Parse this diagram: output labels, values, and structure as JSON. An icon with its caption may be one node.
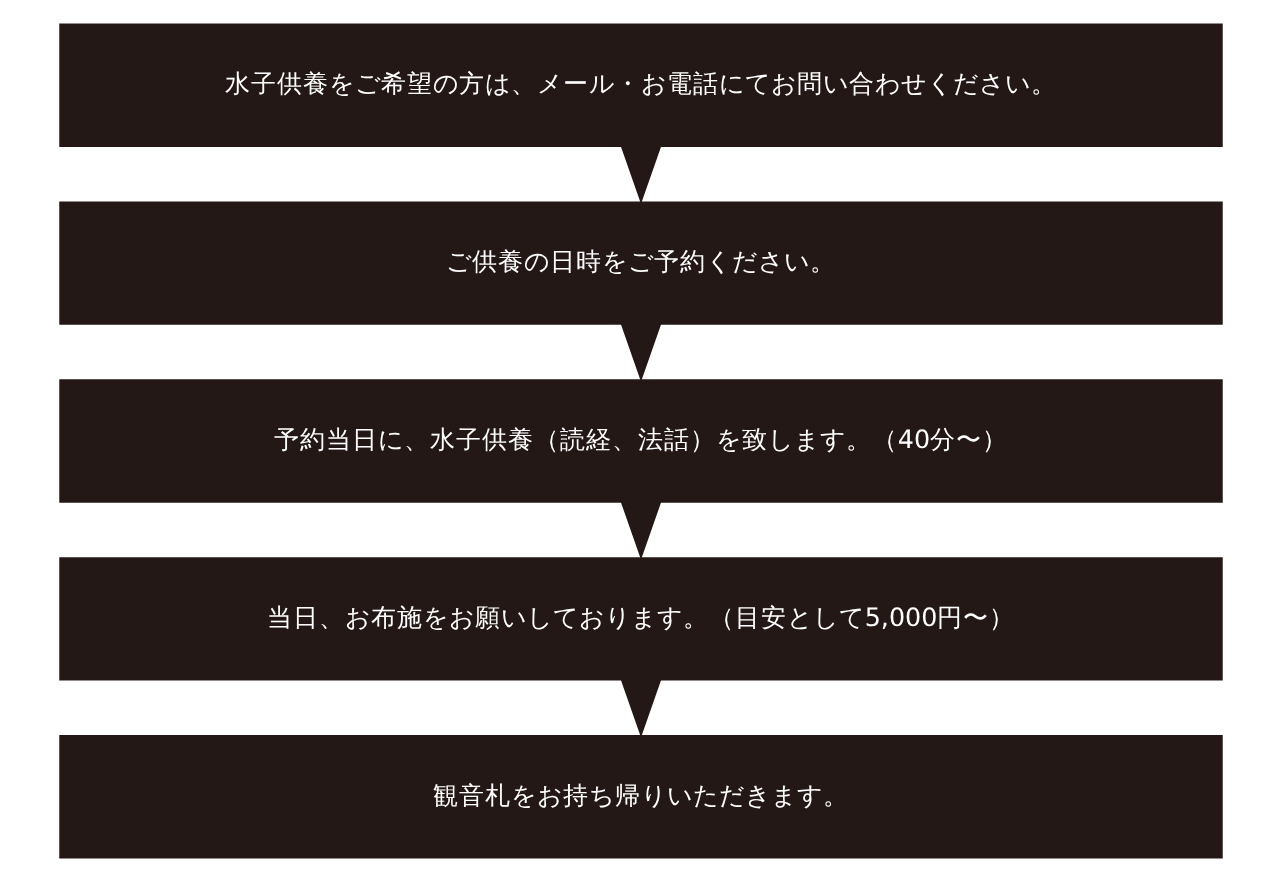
{
  "diagram": {
    "nodes": [
      {
        "text": [
          "水子供養をご希望の方は、メール・お電話にてお問い合わせください。"
        ]
      },
      {
        "text": [
          "ご供養の日時をご予約ください。"
        ]
      },
      {
        "text": [
          "予約当日に、水子供養（読経、法話）を致します。（40分〜）"
        ]
      },
      {
        "text": [
          "当日、お布施をお願いしております。（目安として5,000円〜）"
        ]
      },
      {
        "text": [
          "観音札をお持ち帰りいただきます。"
        ]
      }
    ],
    "edges": [
      {
        "from": 0,
        "to": 1,
        "arrow": "to"
      },
      {
        "from": 1,
        "to": 2,
        "arrow": "to"
      },
      {
        "from": 2,
        "to": 3,
        "arrow": "to"
      },
      {
        "from": 3,
        "to": 4,
        "arrow": "to"
      }
    ]
  }
}
